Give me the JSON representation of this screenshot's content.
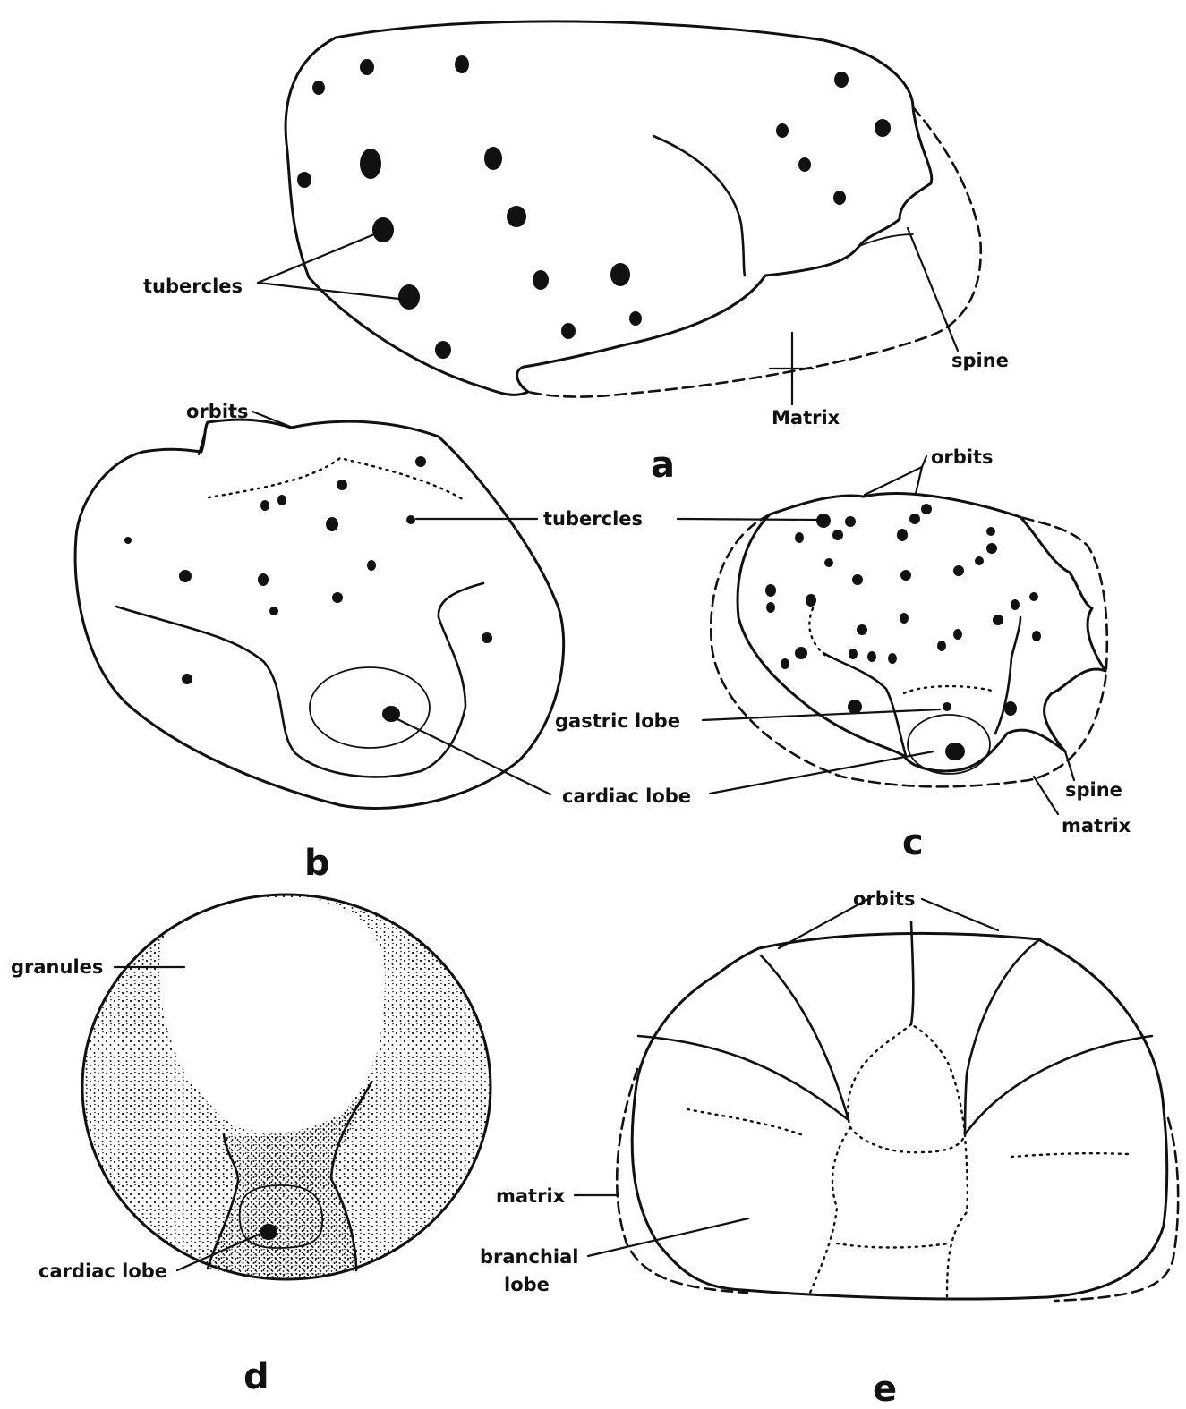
{
  "panels": {
    "a": {
      "letter": "a",
      "labels": {
        "tubercles": "tubercles",
        "spine": "spine",
        "matrix": "Matrix"
      }
    },
    "b": {
      "letter": "b",
      "labels": {
        "orbits": "orbits",
        "tubercles": "tubercles",
        "cardiac_lobe": "cardiac lobe"
      }
    },
    "c": {
      "letter": "c",
      "labels": {
        "orbits": "orbits",
        "gastric_lobe": "gastric lobe",
        "spine": "spine",
        "matrix": "matrix"
      }
    },
    "d": {
      "letter": "d",
      "labels": {
        "granules": "granules",
        "cardiac_lobe": "cardiac lobe"
      }
    },
    "e": {
      "letter": "e",
      "labels": {
        "orbits": "orbits",
        "matrix": "matrix",
        "branchial_line1": "branchial",
        "branchial_line2": "lobe"
      }
    }
  }
}
